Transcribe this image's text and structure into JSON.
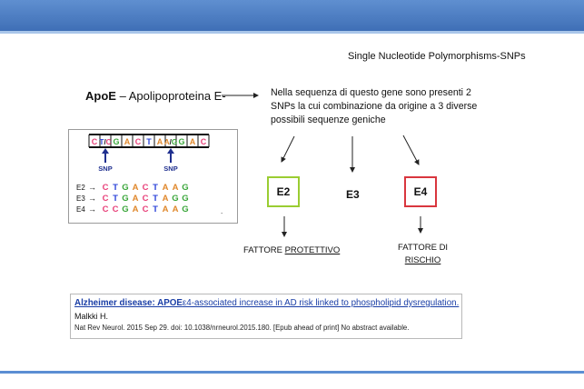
{
  "title": "Single Nucleotide Polymorphisms-SNPs",
  "gene": {
    "name": "ApoE",
    "dash": " – ",
    "full_name": "Apolipoproteina E-"
  },
  "description": "Nella sequenza di questo gene sono presenti 2 SNPs la cui combinazione da origine a 3 diverse possibili sequenze geniche",
  "sequence": {
    "reference": [
      {
        "b": "C"
      },
      {
        "b": "T/C",
        "snp": true
      },
      {
        "b": "G"
      },
      {
        "b": "A"
      },
      {
        "b": "C"
      },
      {
        "b": "T"
      },
      {
        "b": "A"
      },
      {
        "b": "A/G",
        "snp": true
      },
      {
        "b": "G"
      },
      {
        "b": "A"
      },
      {
        "b": "C"
      }
    ],
    "snp_label": "SNP",
    "alleles": [
      {
        "name": "E2",
        "bases": [
          "C",
          "T",
          "G",
          "A",
          "C",
          "T",
          "A",
          "A",
          "G"
        ]
      },
      {
        "name": "E3",
        "bases": [
          "C",
          "T",
          "G",
          "A",
          "C",
          "T",
          "A",
          "G",
          "G"
        ]
      },
      {
        "name": "E4",
        "bases": [
          "C",
          "C",
          "G",
          "A",
          "C",
          "T",
          "A",
          "A",
          "G"
        ]
      }
    ],
    "arrow_glyph": "→",
    "trailing_dot": "."
  },
  "variants": {
    "e2": "E2",
    "e3": "E3",
    "e4": "E4"
  },
  "labels": {
    "e2_prefix": "FATTORE ",
    "e2_underlined": "PROTETTIVO",
    "e4_line1": "FATTORE DI",
    "e4_underlined": "RISCHIO"
  },
  "reference": {
    "title_bold": "Alzheimer disease: APOE",
    "title_rest": "ε4-associated increase in AD risk linked to phospholipid dysregulation.",
    "author": "Malkki H.",
    "citation": "Nat Rev Neurol. 2015 Sep 29. doi: 10.1038/nrneurol.2015.180. [Epub ahead of print] No abstract available."
  },
  "colors": {
    "header": "#4a7cc4",
    "C": "#e8417a",
    "T": "#2c44d9",
    "G": "#3aa63a",
    "A": "#e0882c",
    "e2_border": "#9acd32",
    "e4_border": "#d9363e",
    "snp_arrow": "#1f2f8f",
    "link": "#1a3ea6"
  }
}
